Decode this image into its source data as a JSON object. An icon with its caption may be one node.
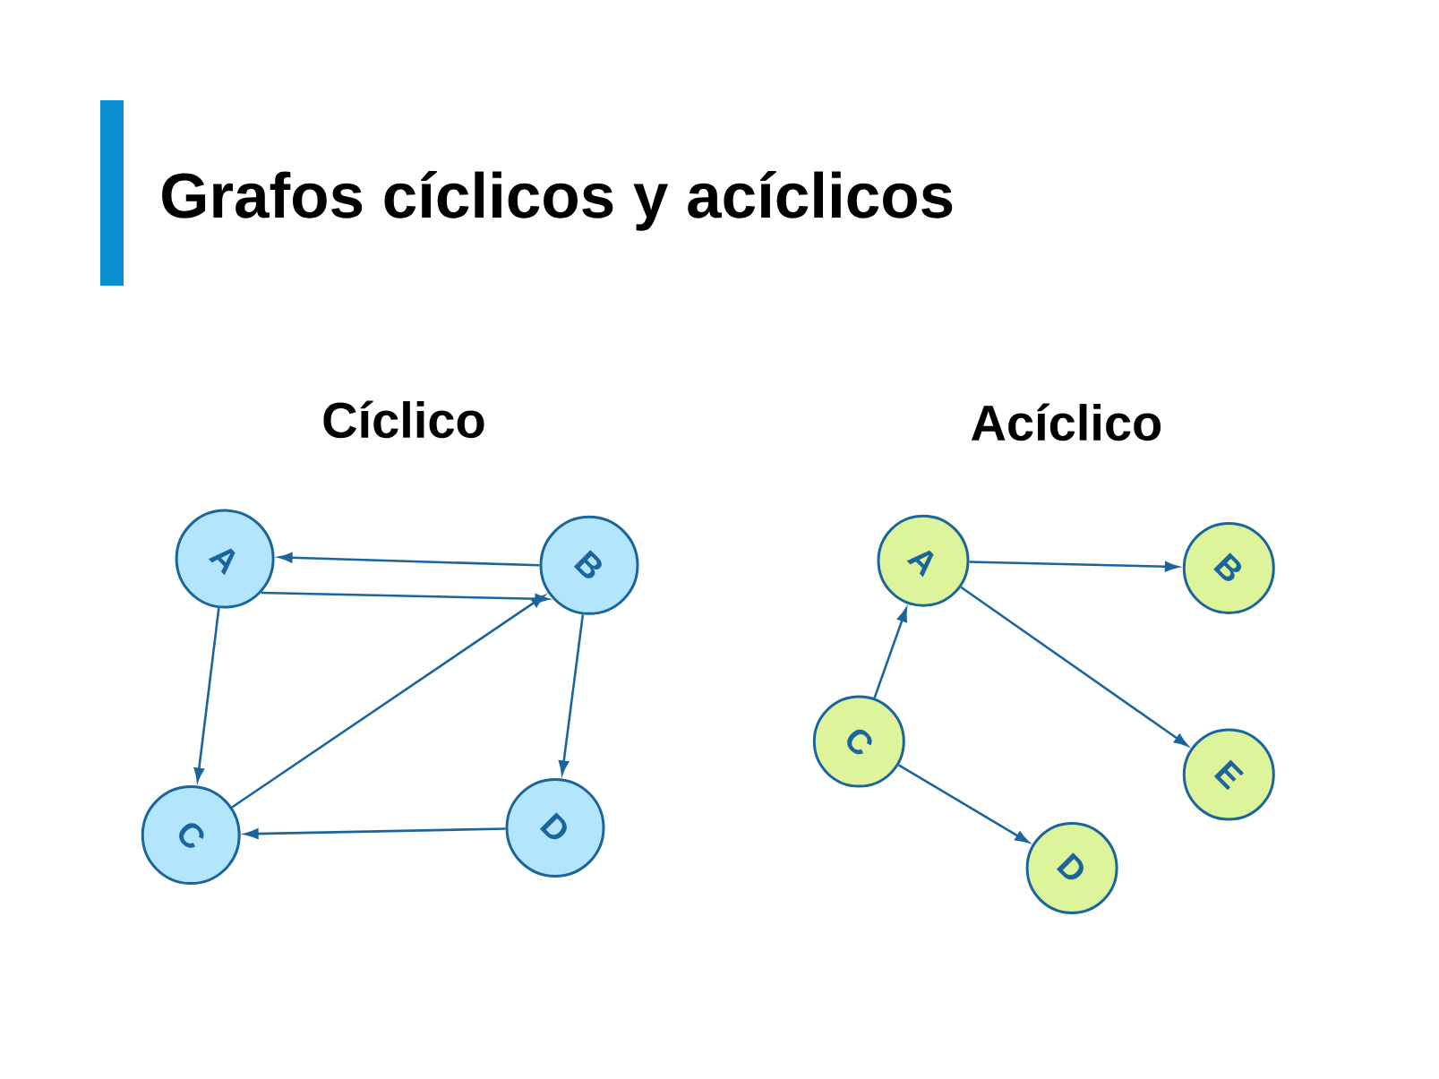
{
  "diagram": {
    "title": "Grafos cíclicos y acíclicos",
    "nodes": [
      {
        "text": [
          "A"
        ]
      },
      {
        "text": [
          "B"
        ]
      },
      {
        "text": [
          "C"
        ]
      },
      {
        "text": [
          "D"
        ]
      },
      {
        "text": [
          "A"
        ]
      },
      {
        "text": [
          "B"
        ]
      },
      {
        "text": [
          "C"
        ]
      },
      {
        "text": [
          "D"
        ]
      },
      {
        "text": [
          "E"
        ]
      }
    ],
    "edges": [
      {
        "from": 1,
        "to": 0,
        "arrow": "to"
      },
      {
        "from": 0,
        "to": 1,
        "arrow": "to"
      },
      {
        "from": 0,
        "to": 2,
        "arrow": "to"
      },
      {
        "from": 2,
        "to": 1,
        "arrow": "to"
      },
      {
        "from": 1,
        "to": 3,
        "arrow": "to"
      },
      {
        "from": 3,
        "to": 2,
        "arrow": "to"
      },
      {
        "from": 4,
        "to": 5,
        "arrow": "to"
      },
      {
        "from": 4,
        "to": 8,
        "arrow": "to"
      },
      {
        "from": 6,
        "to": 4,
        "arrow": "to"
      },
      {
        "from": 6,
        "to": 7,
        "arrow": "to"
      }
    ],
    "labels": [
      "Cíclico",
      "Acíclico"
    ]
  }
}
